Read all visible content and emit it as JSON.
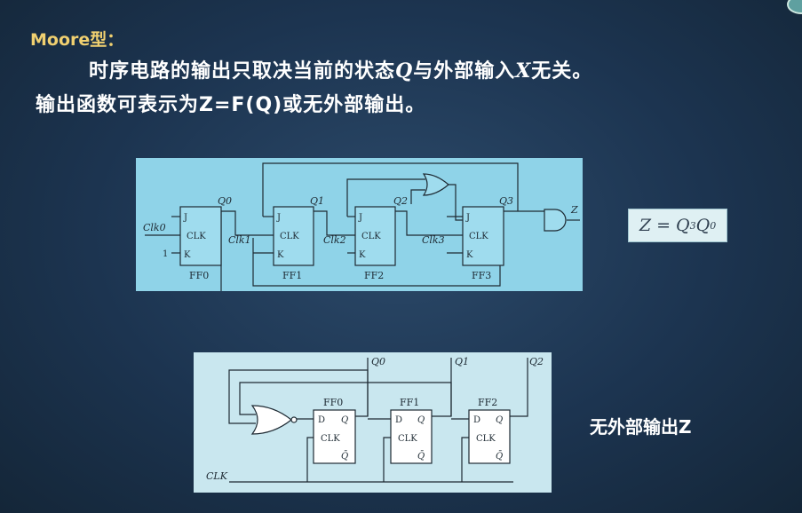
{
  "slide": {
    "title": "Moore型：",
    "line1": {
      "part1": "时序电路的输出只取决当前的状态",
      "state_var": "Q",
      "part2": "与外部输入",
      "input_var": "X",
      "part3": "无关。"
    },
    "line2": "输出函数可表示为Z=F(Q)或无外部输出。",
    "equation": {
      "lhs": "Z",
      "eq": "=",
      "t1": "Q",
      "t1_sub": "3",
      "t2": "Q",
      "t2_sub": "0"
    },
    "no_output_label": "无外部输出Z"
  },
  "circuit1": {
    "ff_names": [
      "FF0",
      "FF1",
      "FF2",
      "FF3"
    ],
    "q_labels": [
      "Q0",
      "Q1",
      "Q2",
      "Q3"
    ],
    "clk_labels": [
      "Clk0",
      "Clk1",
      "Clk2",
      "Clk3"
    ],
    "pin_j": "J",
    "pin_k": "K",
    "pin_clk": "CLK",
    "const_one": "1",
    "output_label": "Z"
  },
  "circuit2": {
    "ff_names": [
      "FF0",
      "FF1",
      "FF2"
    ],
    "q_labels": [
      "Q0",
      "Q1",
      "Q2"
    ],
    "pin_d": "D",
    "pin_q": "Q",
    "pin_qbar": "Q̄",
    "pin_clk": "CLK",
    "clock_label": "CLK"
  },
  "colors": {
    "background": "#1c3450",
    "title": "#f0d070",
    "panel1": "#8fd3e8",
    "panel2": "#c9e7ef",
    "wire": "#1e2a33"
  }
}
